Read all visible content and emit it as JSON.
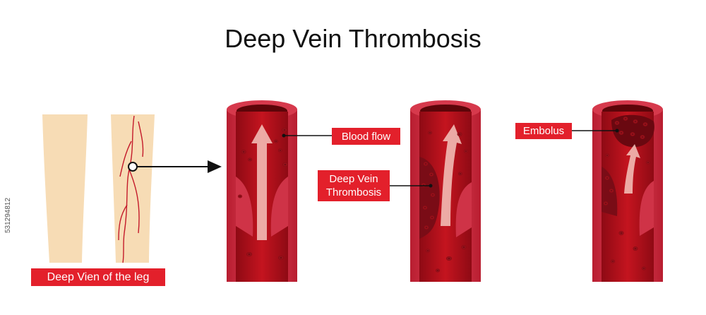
{
  "title": "Deep Vein Thrombosis",
  "labels": {
    "blood_flow": "Blood flow",
    "dvt_line1": "Deep Vein",
    "dvt_line2": "Thrombosis",
    "embolus": "Embolus",
    "deep_vein_leg": "Deep Vien of the leg"
  },
  "stock_id": "531294812",
  "colors": {
    "label_bg": "#e3202b",
    "skin": "#f7dcb5",
    "vein_outer": "#c92a3c",
    "vein_inner": "#a8101a",
    "arrow": "#f4c6bd"
  },
  "icons": [
    "arrow-right-icon"
  ]
}
